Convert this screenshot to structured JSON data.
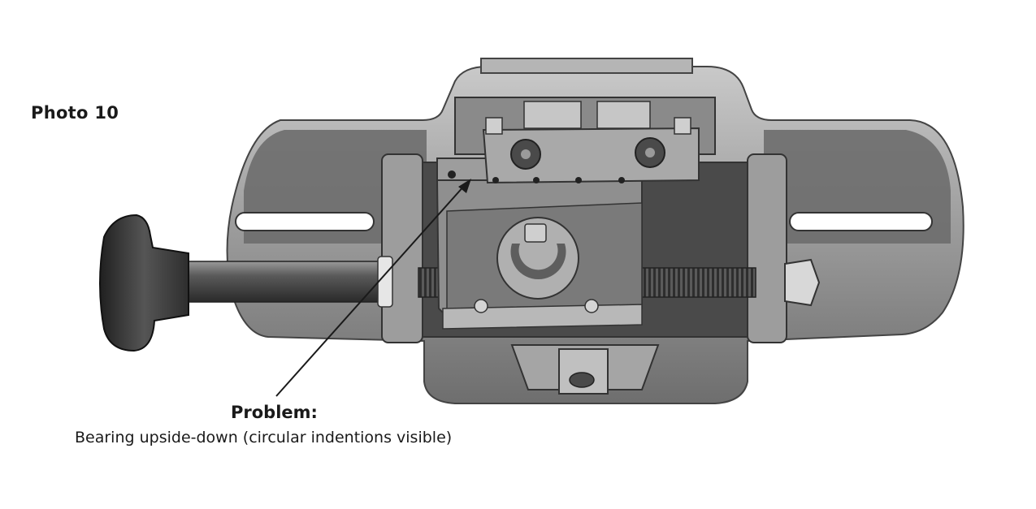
{
  "photo_label": "Photo 10",
  "callout": {
    "title": "Problem:",
    "description": "Bearing upside-down (circular indentions visible)"
  },
  "colors": {
    "frame": "#8e8e8e",
    "frame_light": "#bdbdbd",
    "frame_dark": "#5a5a5a",
    "knob": "#3a3a3a",
    "leader_line": "#1a1a1a"
  }
}
